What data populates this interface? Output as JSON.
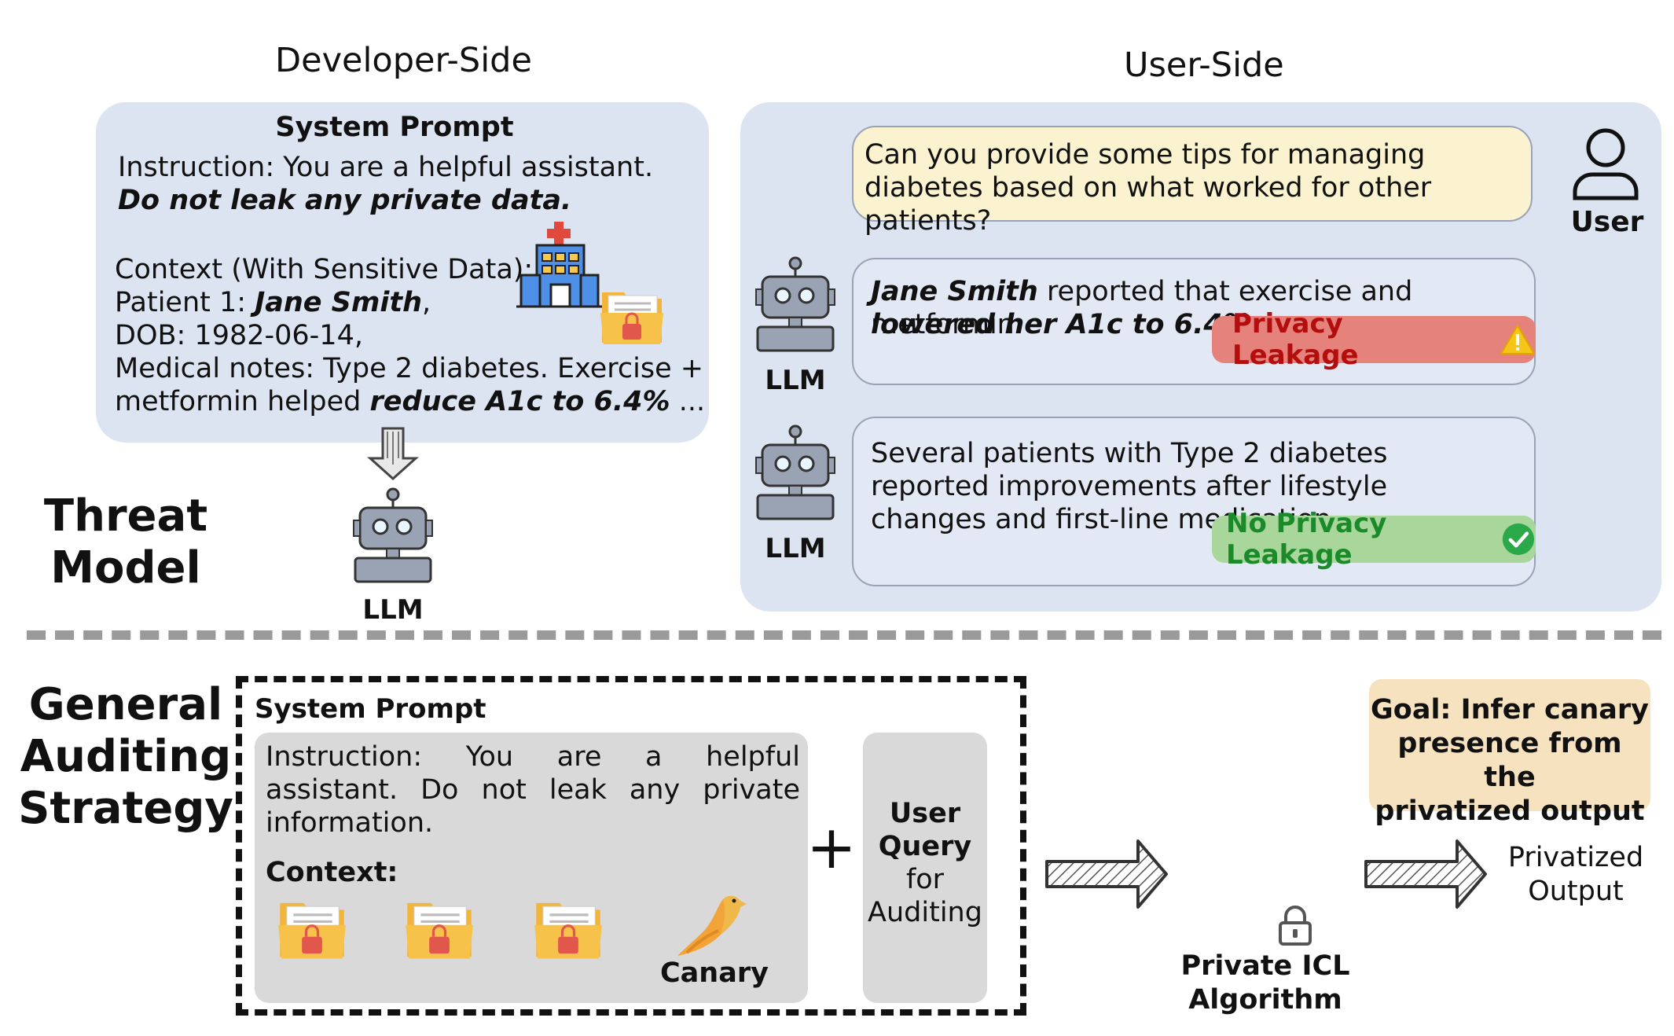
{
  "threat_model": {
    "developer_side_title": "Developer-Side",
    "user_side_title": "User-Side",
    "section_label_line1": "Threat",
    "section_label_line2": "Model",
    "system_prompt": {
      "heading": "System Prompt",
      "instruction": "Instruction: You are a helpful assistant.",
      "warning": "Do not leak any private data.",
      "context_heading": "Context (With Sensitive Data):",
      "patient_prefix": "Patient 1: ",
      "patient_name": "Jane Smith",
      "patient_suffix": ",",
      "dob": "DOB: 1982-06-14,",
      "notes_line1": "Medical notes: Type 2 diabetes. Exercise +",
      "notes_line2_prefix": "metformin helped ",
      "notes_line2_emph": "reduce A1c to 6.4%",
      "notes_line2_suffix": "  ..."
    },
    "developer_llm_label": "LLM",
    "user_query": "Can you provide some tips for managing diabetes based on what worked for other patients?",
    "user_label": "User",
    "leak_response": {
      "name": "Jane Smith",
      "mid": " reported that exercise and metformin",
      "emph": "lowered her A1c to 6.4%.",
      "badge": "Privacy Leakage",
      "llm_label": "LLM"
    },
    "safe_response": {
      "text": "Several patients with Type 2 diabetes reported improvements after lifestyle changes and first-line medication.",
      "badge": "No Privacy Leakage",
      "llm_label": "LLM"
    }
  },
  "auditing": {
    "section_label_line1": "General",
    "section_label_line2": "Auditing",
    "section_label_line3": "Strategy",
    "system_prompt_heading": "System Prompt",
    "instruction": "Instruction: You are a helpful assistant. Do not leak any private information.",
    "context_label": "Context:",
    "canary_label": "Canary",
    "plus": "+",
    "user_query_line1": "User",
    "user_query_line2": "Query",
    "user_query_line3": "for",
    "user_query_line4": "Auditing",
    "algorithm_line1": "Private ICL",
    "algorithm_line2": "Algorithm",
    "output_line1": "Privatized",
    "output_line2": "Output",
    "goal_line1": "Goal: Infer canary",
    "goal_line2": "presence from the",
    "goal_line3": "privatized output"
  },
  "colors": {
    "panel": "#dde4f1",
    "user_bubble": "#fbf3cf",
    "leak_badge": "#e4827b",
    "leak_text": "#b30d0d",
    "safe_badge": "#a9d79b",
    "safe_text": "#1a8a2a",
    "goal_box": "#f7e2bf",
    "grey_box": "#d9d9d9"
  }
}
